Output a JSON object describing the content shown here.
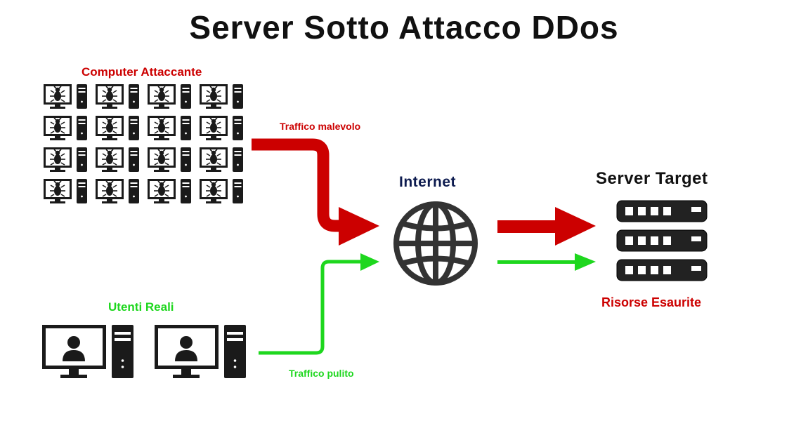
{
  "title": "Server Sotto Attacco DDos",
  "colors": {
    "malicious": "#cc0000",
    "clean": "#1ed71e",
    "internet_label": "#0d1b4f",
    "dark": "#1a1a1a"
  },
  "attackers": {
    "label": "Computer Attaccante",
    "rows": 4,
    "cols": 4,
    "icon": "bug-computer-icon"
  },
  "real_users": {
    "label": "Utenti Reali",
    "count": 2,
    "icon": "user-computer-icon"
  },
  "flows": {
    "malicious_label": "Traffico malevolo",
    "clean_label": "Traffico pulito"
  },
  "internet": {
    "label": "Internet",
    "icon": "globe-icon"
  },
  "server": {
    "label": "Server Target",
    "status": "Risorse Esaurite",
    "icon": "server-rack-icon"
  }
}
